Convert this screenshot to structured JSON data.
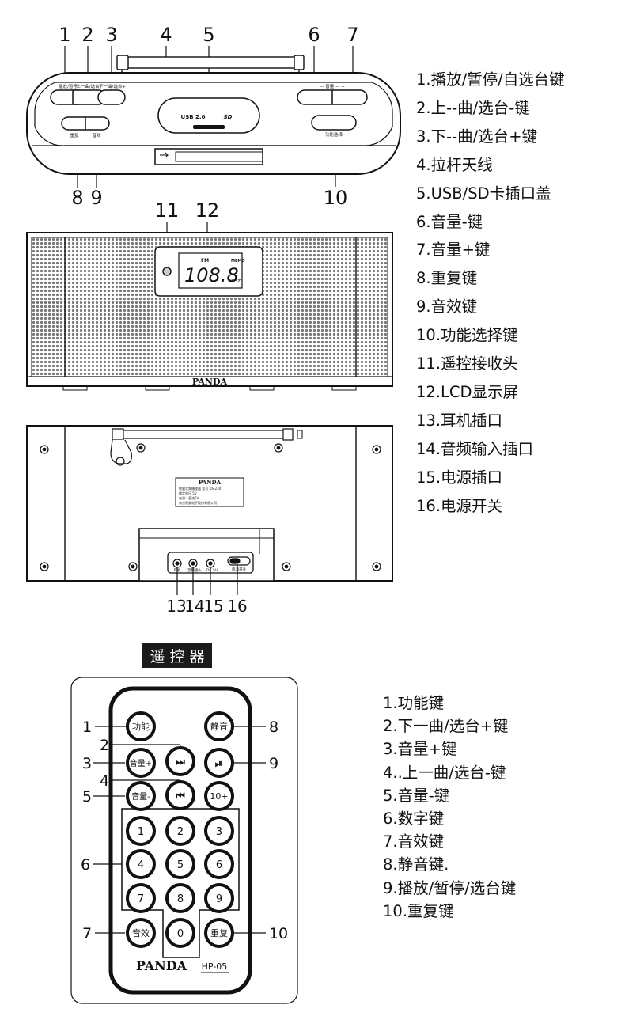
{
  "device": {
    "callout_numbers_top": [
      "1",
      "2",
      "3",
      "4",
      "5",
      "6",
      "7"
    ],
    "callout_numbers_bottom": [
      "8",
      "9",
      "10"
    ],
    "callout_numbers_front": [
      "11",
      "12"
    ],
    "callout_numbers_rear": [
      "13",
      "14",
      "15",
      "16"
    ],
    "top_button_labels": {
      "play": "播放/暂停",
      "prev": "上一曲/选台-",
      "next": "下一曲/选台+",
      "volume": "— 音量 — +",
      "repeat": "重复",
      "effect": "音效",
      "function": "功能选择"
    },
    "port_cover_labels": {
      "usb": "USB 2.0",
      "sd": "SD"
    },
    "lcd": {
      "band": "FM",
      "mode": "MEMO",
      "frequency": "108.8",
      "unit": "MHz"
    },
    "brand": "PANDA",
    "nameplate": {
      "brand": "PANDA",
      "lines": [
        "熊猫音频播放器 型号 DS-230",
        "额定电压 5V",
        "电源：直流5V",
        "南京熊猫电子股份有限公司"
      ]
    },
    "rear_port_labels": [
      "耳机",
      "音频输入",
      "DC 5V",
      "电源开关"
    ]
  },
  "device_legend": [
    "1.播放/暂停/自选台键",
    "2.上--曲/选台-键",
    "3.下--曲/选台+键",
    "4.拉杆天线",
    "5.USB/SD卡插口盖",
    "6.音量-键",
    "7.音量+键",
    "8.重复键",
    "9.音效键",
    "10.功能选择键",
    "11.遥控接收头",
    "12.LCD显示屏",
    "13.耳机插口",
    "14.音频输入插口",
    "15.电源插口",
    "16.电源开关"
  ],
  "remote": {
    "title": "遥 控 器",
    "left_callouts": [
      "1",
      "2",
      "3",
      "4",
      "5",
      "6",
      "7"
    ],
    "right_callouts": [
      "8",
      "9",
      "10"
    ],
    "buttons": {
      "function": "功能",
      "mute": "静音",
      "next": "⏭",
      "vol_up": "音量+",
      "play": "⏯",
      "prev": "⏮",
      "vol_down": "音量-",
      "ten_plus": "10+",
      "digits": [
        "1",
        "2",
        "3",
        "4",
        "5",
        "6",
        "7",
        "8",
        "9"
      ],
      "effect": "音效",
      "zero": "0",
      "repeat": "重复"
    },
    "brand": "PANDA",
    "model": "HP-05"
  },
  "remote_legend": [
    "1.功能键",
    "2.下一曲/选台+键",
    "3.音量+键",
    "4..上一曲/选台-键",
    "5.音量-键",
    "6.数字键",
    "7.音效键",
    "8.静音键.",
    "9.播放/暂停/选台键",
    "10.重复键"
  ]
}
